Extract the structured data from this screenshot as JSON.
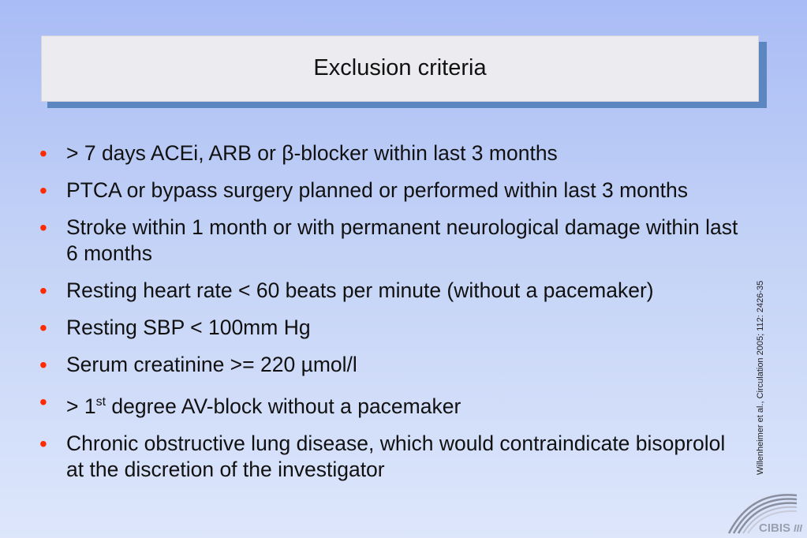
{
  "slide": {
    "title": "Exclusion criteria",
    "citation": "Willenheimer et al., Circulation 2005; 112: 2426-35",
    "bullets": [
      {
        "text": "> 7 days ACEi, ARB or β-blocker within last 3 months"
      },
      {
        "text": "PTCA or bypass surgery planned or performed within last 3 months"
      },
      {
        "text": "Stroke within 1 month or with permanent neurological damage within last 6 months"
      },
      {
        "text": "Resting heart rate < 60 beats per minute (without a pacemaker)"
      },
      {
        "text": "Resting SBP < 100mm Hg"
      },
      {
        "text": "Serum creatinine >= 220 µmol/l"
      },
      {
        "pre": "> 1",
        "sup": "st",
        "post": " degree AV-block without a pacemaker"
      },
      {
        "text": "Chronic obstructive lung disease, which would contraindicate bisoprolol at the discretion of the investigator"
      }
    ],
    "bullet_symbol": "•",
    "logo": {
      "text": "CIBIS",
      "numeral": "III",
      "icon": "arch-logo-icon"
    },
    "colors": {
      "title_shadow": "#5b86bf",
      "bullet": "#ff2a00",
      "logo_arch": "#8a8fa0",
      "logo_text": "#9aa0b0"
    }
  }
}
